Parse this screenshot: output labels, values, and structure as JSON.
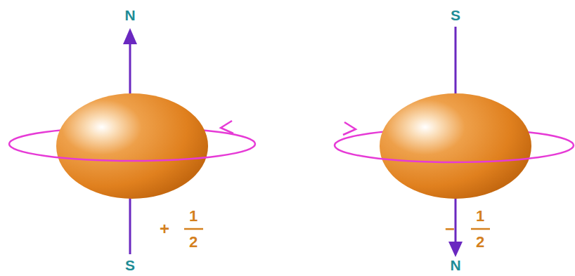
{
  "diagram": {
    "labels": [
      "N",
      "S",
      "+",
      "1",
      "2",
      "S",
      "N",
      "−",
      "1",
      "2"
    ]
  }
}
